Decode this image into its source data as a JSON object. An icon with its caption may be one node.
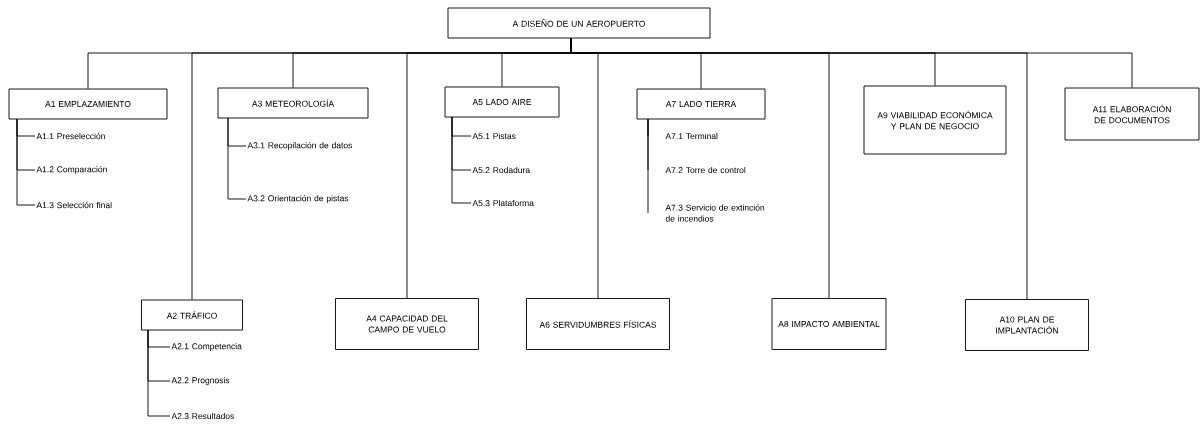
{
  "diagram": {
    "nodes": [
      {
        "text": [
          "A DISEÑO DE UN AEROPUERTO"
        ]
      },
      {
        "text": [
          "A1 EMPLAZAMIENTO"
        ]
      },
      {
        "text": [
          "A1.1 Preselección"
        ]
      },
      {
        "text": [
          "A1.2 Comparación"
        ]
      },
      {
        "text": [
          "A1.3 Selección final"
        ]
      },
      {
        "text": [
          "A2 TRÁFICO"
        ]
      },
      {
        "text": [
          "A2.1 Competencia"
        ]
      },
      {
        "text": [
          "A2.2 Prognosis"
        ]
      },
      {
        "text": [
          "A2.3 Resultados"
        ]
      },
      {
        "text": [
          "A3 METEOROLOGÍA"
        ]
      },
      {
        "text": [
          "A3.1 Recopilación de datos"
        ]
      },
      {
        "text": [
          "A3.2 Orientación de pistas"
        ]
      },
      {
        "text": [
          "A4 CAPACIDAD DEL CAMPO DE VUELO"
        ]
      },
      {
        "text": [
          "A5 LADO AIRE"
        ]
      },
      {
        "text": [
          "A5.1 Pistas"
        ]
      },
      {
        "text": [
          "A5.2 Rodadura"
        ]
      },
      {
        "text": [
          "A5.3 Plataforma"
        ]
      },
      {
        "text": [
          "A6 SERVIDUMBRES FÍSICAS"
        ]
      },
      {
        "text": [
          "A7 LADO TIERRA"
        ]
      },
      {
        "text": [
          "A7.1 Terminal"
        ]
      },
      {
        "text": [
          "A7.2 Torre de control"
        ]
      },
      {
        "text": [
          "A7.3 Servicio de extinción de incendios"
        ]
      },
      {
        "text": [
          "A8 IMPACTO AMBIENTAL"
        ]
      },
      {
        "text": [
          "A9 VIABILIDAD ECONÓMICA Y PLAN DE NEGOCIO"
        ]
      },
      {
        "text": [
          "A10 PLAN DE IMPLANTACIÓN"
        ]
      },
      {
        "text": [
          "A11 ELABORACIÓN DE DOCUMENTOS"
        ]
      }
    ],
    "edges": [
      {
        "from": 0,
        "to": 1,
        "arrow": "none"
      },
      {
        "from": 0,
        "to": 5,
        "arrow": "none"
      },
      {
        "from": 0,
        "to": 9,
        "arrow": "none"
      },
      {
        "from": 0,
        "to": 12,
        "arrow": "none"
      },
      {
        "from": 0,
        "to": 13,
        "arrow": "none"
      },
      {
        "from": 0,
        "to": 17,
        "arrow": "none"
      },
      {
        "from": 0,
        "to": 18,
        "arrow": "none"
      },
      {
        "from": 0,
        "to": 22,
        "arrow": "none"
      },
      {
        "from": 0,
        "to": 23,
        "arrow": "none"
      },
      {
        "from": 0,
        "to": 24,
        "arrow": "none"
      },
      {
        "from": 0,
        "to": 25,
        "arrow": "none"
      },
      {
        "from": 1,
        "to": 2,
        "arrow": "none"
      },
      {
        "from": 1,
        "to": 3,
        "arrow": "none"
      },
      {
        "from": 1,
        "to": 4,
        "arrow": "none"
      },
      {
        "from": 5,
        "to": 6,
        "arrow": "none"
      },
      {
        "from": 5,
        "to": 7,
        "arrow": "none"
      },
      {
        "from": 5,
        "to": 8,
        "arrow": "none"
      },
      {
        "from": 9,
        "to": 10,
        "arrow": "none"
      },
      {
        "from": 9,
        "to": 11,
        "arrow": "none"
      },
      {
        "from": 13,
        "to": 14,
        "arrow": "none"
      },
      {
        "from": 13,
        "to": 15,
        "arrow": "none"
      },
      {
        "from": 13,
        "to": 16,
        "arrow": "none"
      },
      {
        "from": 18,
        "to": 19,
        "arrow": "none"
      },
      {
        "from": 18,
        "to": 20,
        "arrow": "none"
      },
      {
        "from": 18,
        "to": 21,
        "arrow": "none"
      }
    ]
  }
}
